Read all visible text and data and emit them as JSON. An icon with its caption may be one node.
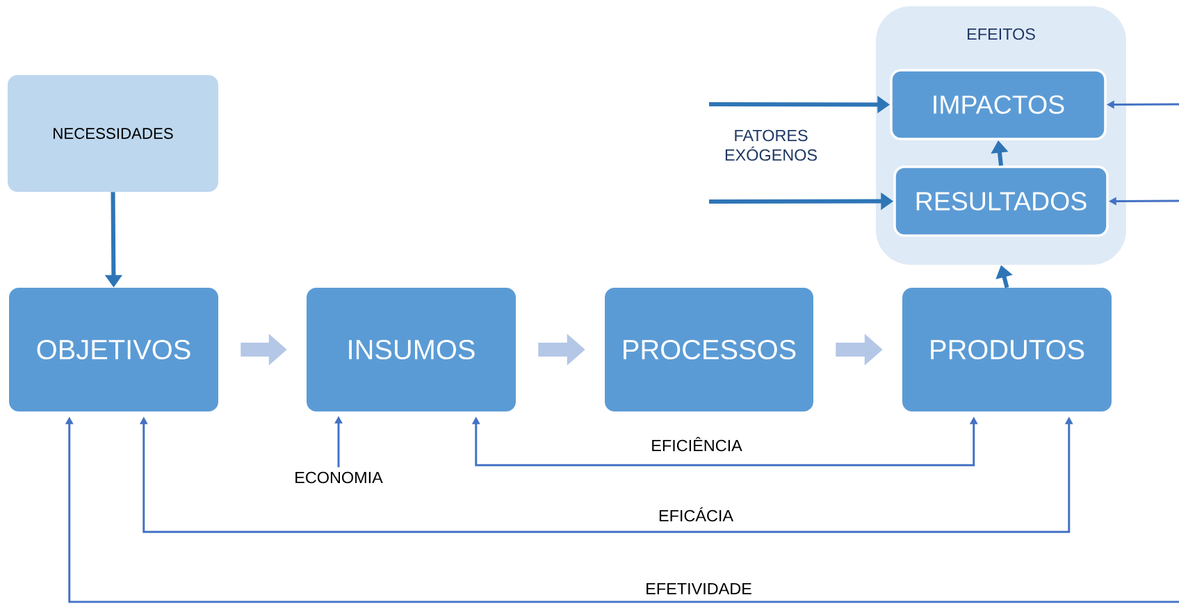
{
  "diagram": {
    "nodes": [
      {
        "text": [
          "NECESSIDADES"
        ]
      },
      {
        "text": [
          "EFEITOS"
        ]
      },
      {
        "text": [
          "IMPACTOS"
        ],
        "in": 1
      },
      {
        "text": [
          "RESULTADOS"
        ],
        "in": 1
      },
      {
        "text": [
          "OBJETIVOS"
        ]
      },
      {
        "text": [
          "INSUMOS"
        ]
      },
      {
        "text": [
          "PROCESSOS"
        ]
      },
      {
        "text": [
          "PRODUTOS"
        ]
      },
      {
        "text": [
          "ECONOMIA"
        ]
      }
    ],
    "edges": [
      {
        "from": 0,
        "to": 4,
        "arrow": "to",
        "color": "#2e75b6"
      },
      {
        "from": 4,
        "to": 5,
        "arrow": "to",
        "style": "thick",
        "color": "#b4c7e7"
      },
      {
        "from": 5,
        "to": 6,
        "arrow": "to",
        "style": "thick",
        "color": "#b4c7e7"
      },
      {
        "from": 6,
        "to": 7,
        "arrow": "to",
        "style": "thick",
        "color": "#b4c7e7"
      },
      {
        "from": 7,
        "to": 1,
        "arrow": "to",
        "color": "#2e75b6"
      },
      {
        "from": 3,
        "to": 2,
        "arrow": "to",
        "color": "#2e75b6"
      },
      {
        "from": null,
        "to": 2,
        "arrow": "to",
        "color": "#2e75b6"
      },
      {
        "from": null,
        "to": 3,
        "arrow": "to",
        "color": "#2e75b6"
      },
      {
        "from": null,
        "to": 2,
        "arrow": "to"
      },
      {
        "from": null,
        "to": 3,
        "arrow": "to"
      },
      {
        "from": 8,
        "to": 5,
        "arrow": "to"
      },
      {
        "from": 5,
        "to": 7,
        "arrow": "both",
        "label": "EFICIÊNCIA"
      },
      {
        "from": 4,
        "to": 7,
        "arrow": "both",
        "label": "EFICÁCIA"
      },
      {
        "from": null,
        "to": 4,
        "arrow": "to",
        "label": "EFETIVIDADE"
      }
    ],
    "labels": [
      "FATORES EXÓGENOS"
    ]
  }
}
